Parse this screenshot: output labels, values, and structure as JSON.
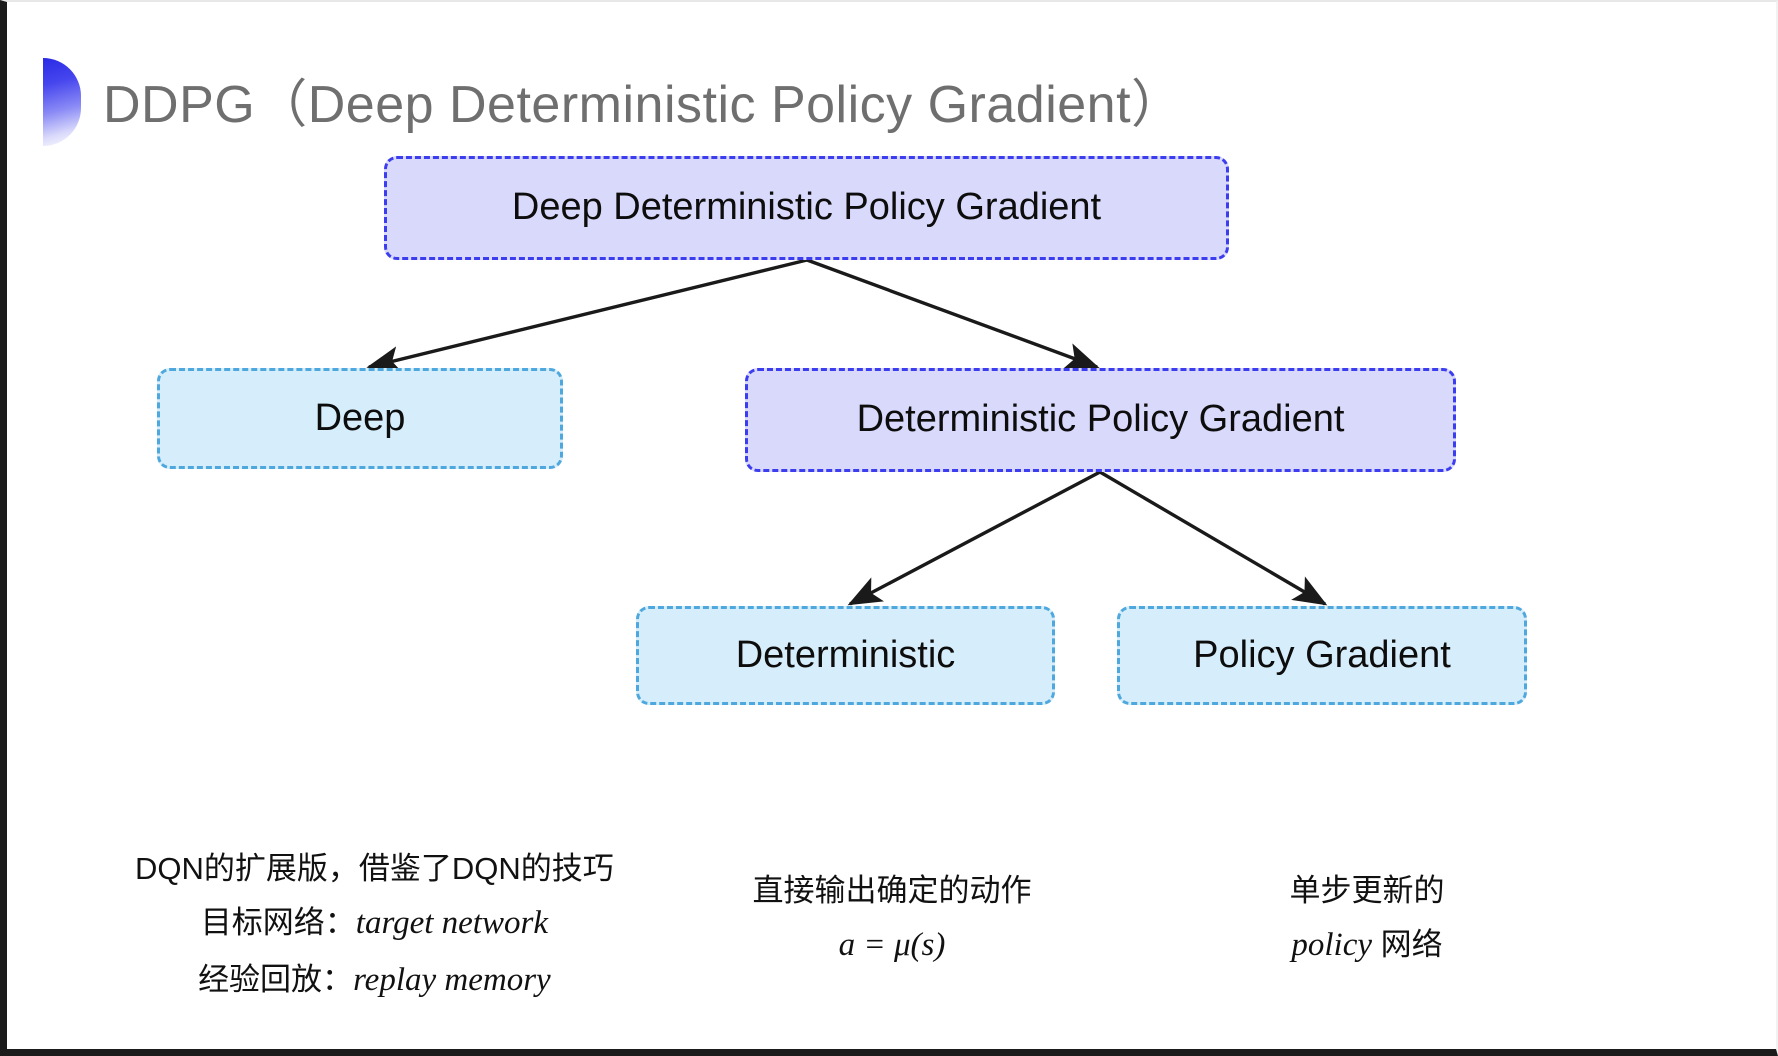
{
  "slide": {
    "title": "DDPG（Deep Deterministic Policy Gradient）",
    "bullet_icon": "half-circle-gradient-icon",
    "colors": {
      "title_text": "#6f6f6f",
      "purple_fill": "#d9d9fb",
      "purple_border": "#3d3df0",
      "blue_fill": "#d6eefb",
      "blue_border": "#4fa8dd",
      "arrow": "#1a1a1a",
      "bullet_gradient_start": "#2a2ae6",
      "bullet_gradient_end": "#ffffff",
      "background": "#ffffff"
    }
  },
  "diagram": {
    "type": "tree",
    "nodes": {
      "root": {
        "label": "Deep Deterministic Policy Gradient",
        "style": "purple"
      },
      "deep": {
        "label": "Deep",
        "style": "blue"
      },
      "dpg": {
        "label": "Deterministic Policy Gradient",
        "style": "purple"
      },
      "deterministic": {
        "label": "Deterministic",
        "style": "blue"
      },
      "policy_gradient": {
        "label": "Policy Gradient",
        "style": "blue"
      }
    },
    "edges": [
      {
        "from": "root",
        "to": "deep"
      },
      {
        "from": "root",
        "to": "dpg"
      },
      {
        "from": "dpg",
        "to": "deterministic"
      },
      {
        "from": "dpg",
        "to": "policy_gradient"
      }
    ]
  },
  "annotations": {
    "deep": {
      "line1": "DQN的扩展版，借鉴了DQN的技巧",
      "line2_label": "目标网络：",
      "line2_term": "target network",
      "line3_label": "经验回放：",
      "line3_term": "replay memory"
    },
    "deterministic": {
      "line1": "直接输出确定的动作",
      "formula": "a = μ(s)"
    },
    "policy_gradient": {
      "line1": "单步更新的",
      "line2_term": "policy",
      "line2_suffix": " 网络"
    }
  }
}
